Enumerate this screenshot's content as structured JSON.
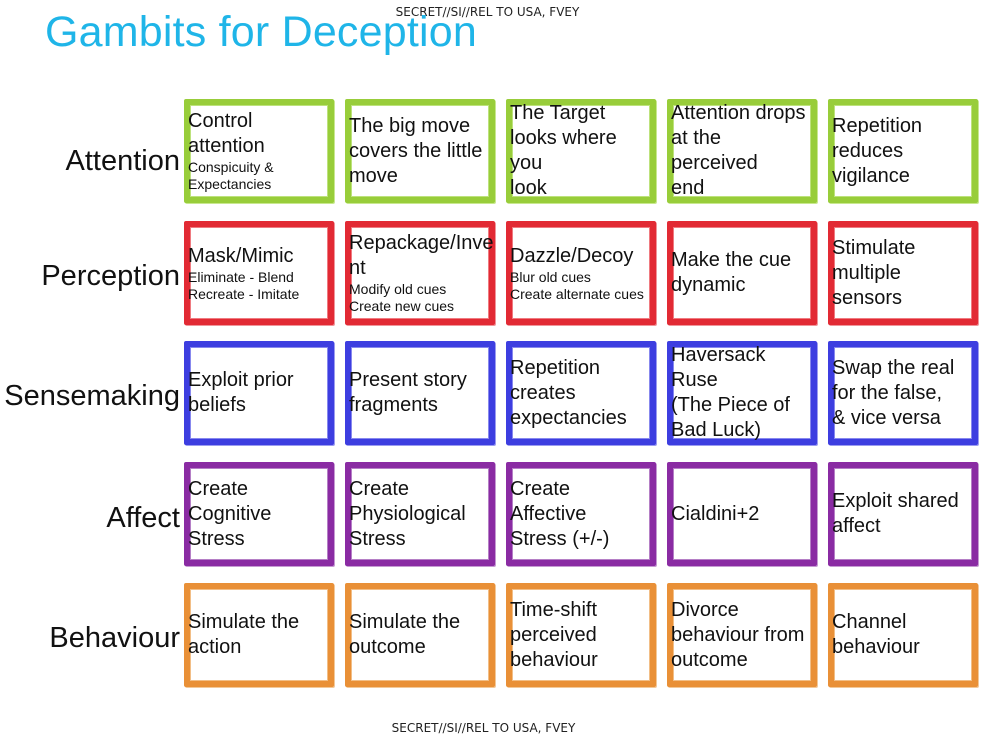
{
  "classification": {
    "top": "SECRET//SI//REL TO USA, FVEY",
    "bottom": "SECRET//SI//REL TO USA, FVEY"
  },
  "title": "Gambits for Deception",
  "colors": {
    "title": "#1fb5e8",
    "attention": "#98cd3a",
    "perception": "#e22a34",
    "sensemaking": "#3d3ee0",
    "affect": "#8a2ba3",
    "behaviour": "#e99037"
  },
  "rows": [
    {
      "label": "Attention",
      "cells": [
        {
          "main": "Control attention",
          "sub": "Conspicuity &\nExpectancies"
        },
        {
          "main": "The big move\ncovers the little\nmove",
          "sub": ""
        },
        {
          "main": "The Target\nlooks where you\nlook",
          "sub": ""
        },
        {
          "main": "Attention drops\nat the perceived\nend",
          "sub": ""
        },
        {
          "main": "Repetition\nreduces\nvigilance",
          "sub": ""
        }
      ]
    },
    {
      "label": "Perception",
      "cells": [
        {
          "main": "Mask/Mimic",
          "sub": "Eliminate - Blend\nRecreate - Imitate"
        },
        {
          "main": "Repackage/Inve\nnt",
          "sub": "Modify old cues\nCreate new cues"
        },
        {
          "main": "Dazzle/Decoy",
          "sub": "Blur old cues\nCreate alternate cues"
        },
        {
          "main": "Make the cue\ndynamic",
          "sub": ""
        },
        {
          "main": "Stimulate\nmultiple sensors",
          "sub": ""
        }
      ]
    },
    {
      "label": "Sensemaking",
      "cells": [
        {
          "main": "Exploit prior\nbeliefs",
          "sub": ""
        },
        {
          "main": "Present story\nfragments",
          "sub": ""
        },
        {
          "main": "Repetition\ncreates\nexpectancies",
          "sub": ""
        },
        {
          "main": "Haversack Ruse\n(The Piece of\nBad Luck)",
          "sub": ""
        },
        {
          "main": "Swap the real\nfor the false,\n& vice versa",
          "sub": ""
        }
      ]
    },
    {
      "label": "Affect",
      "cells": [
        {
          "main": "Create\nCognitive\nStress",
          "sub": ""
        },
        {
          "main": "Create\nPhysiological\nStress",
          "sub": ""
        },
        {
          "main": "Create Affective\nStress (+/-)",
          "sub": ""
        },
        {
          "main": "Cialdini+2",
          "sub": ""
        },
        {
          "main": "Exploit shared\naffect",
          "sub": ""
        }
      ]
    },
    {
      "label": "Behaviour",
      "cells": [
        {
          "main": "Simulate the\naction",
          "sub": ""
        },
        {
          "main": "Simulate the\noutcome",
          "sub": ""
        },
        {
          "main": "Time-shift\nperceived\nbehaviour",
          "sub": ""
        },
        {
          "main": "Divorce\nbehaviour from\noutcome",
          "sub": ""
        },
        {
          "main": "Channel\nbehaviour",
          "sub": ""
        }
      ]
    }
  ]
}
